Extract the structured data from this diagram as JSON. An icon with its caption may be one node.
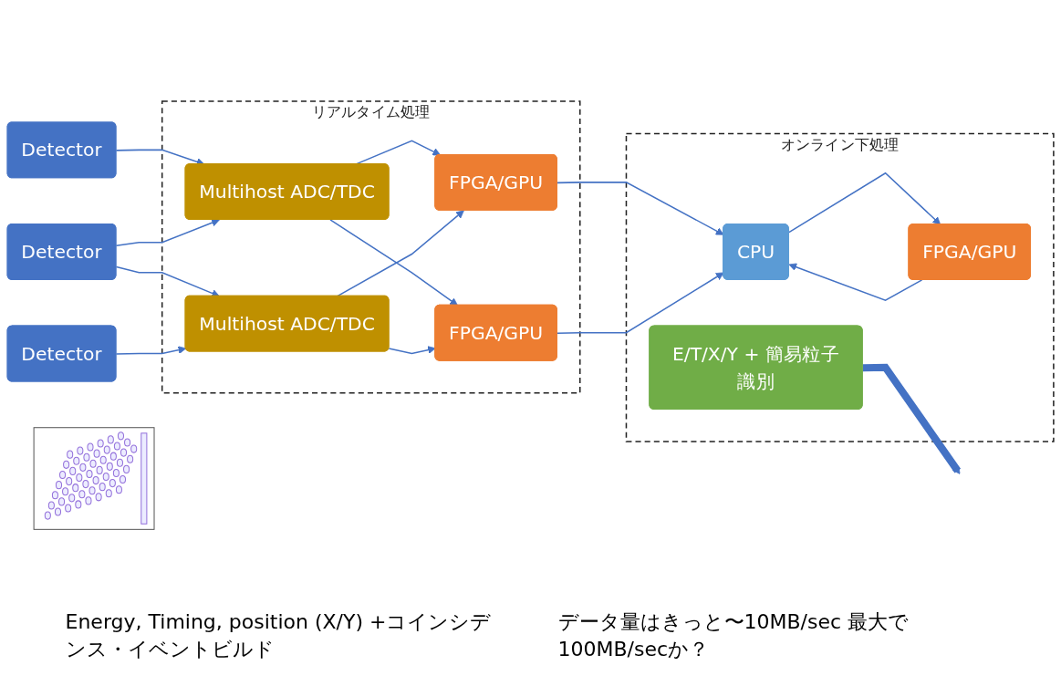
{
  "diagram": {
    "nodes": [
      {
        "text": [
          "Detector"
        ]
      },
      {
        "text": [
          "Detector"
        ]
      },
      {
        "text": [
          "Detector"
        ]
      },
      {
        "text": [
          "リアルタイム処理"
        ]
      },
      {
        "text": [
          "Multihost ADC/TDC"
        ],
        "in": 3
      },
      {
        "text": [
          "Multihost ADC/TDC"
        ],
        "in": 3
      },
      {
        "text": [
          "FPGA/GPU"
        ],
        "in": 3
      },
      {
        "text": [
          "FPGA/GPU"
        ],
        "in": 3
      },
      {
        "text": [
          "オンライン下処理"
        ]
      },
      {
        "text": [
          "CPU"
        ],
        "in": 8
      },
      {
        "text": [
          "FPGA/GPU"
        ],
        "in": 8
      },
      {
        "text": [
          "E/T/X/Y + 簡易粒子識別"
        ],
        "in": 8
      },
      {
        "text": [],
        "shape": "picture"
      }
    ],
    "edges": [
      {
        "from": 0,
        "to": 4,
        "arrow": "to"
      },
      {
        "from": 1,
        "to": 4,
        "arrow": "to"
      },
      {
        "from": 1,
        "to": 5,
        "arrow": "to"
      },
      {
        "from": 2,
        "to": 5,
        "arrow": "to"
      },
      {
        "from": 4,
        "to": 6,
        "arrow": "to"
      },
      {
        "from": 4,
        "to": 7,
        "arrow": "to"
      },
      {
        "from": 5,
        "to": 6,
        "arrow": "to"
      },
      {
        "from": 5,
        "to": 7,
        "arrow": "to"
      },
      {
        "from": 6,
        "to": 9,
        "arrow": "to"
      },
      {
        "from": 7,
        "to": 9,
        "arrow": "to"
      },
      {
        "from": 9,
        "to": 10,
        "arrow": "to"
      },
      {
        "from": 10,
        "to": 9,
        "arrow": "to"
      },
      {
        "from": 11,
        "to": null,
        "arrow": "to",
        "style": "thick"
      }
    ],
    "labels": [
      "Energy, Timing, position (X/Y) +コインシデンス・イベントビルド",
      "データ量はきっと〜10MB/sec 最大で100MB/secか？"
    ]
  }
}
